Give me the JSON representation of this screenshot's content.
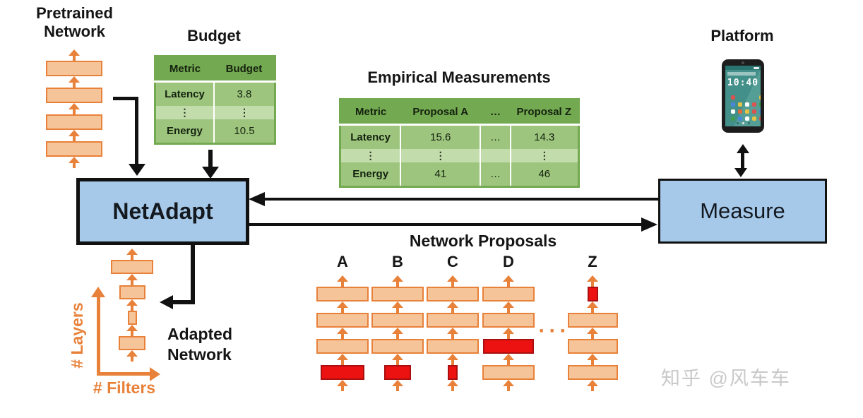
{
  "pretrained": {
    "title": "Pretrained Network",
    "stack": {
      "h": 22,
      "layers": [
        {
          "w": 80,
          "color": "orange"
        },
        {
          "w": 80,
          "color": "orange"
        },
        {
          "w": 80,
          "color": "orange"
        },
        {
          "w": 80,
          "color": "orange"
        }
      ]
    }
  },
  "budget": {
    "title": "Budget",
    "table": {
      "headers": [
        "Metric",
        "Budget"
      ],
      "rows": [
        [
          "Latency",
          "3.8"
        ],
        [
          "⋮",
          "⋮"
        ],
        [
          "Energy",
          "10.5"
        ]
      ]
    }
  },
  "empirical": {
    "title": "Empirical Measurements",
    "table": {
      "headers": [
        "Metric",
        "Proposal A",
        "…",
        "Proposal Z"
      ],
      "rows": [
        [
          "Latency",
          "15.6",
          "…",
          "14.3"
        ],
        [
          "⋮",
          "⋮",
          "",
          "⋮"
        ],
        [
          "Energy",
          "41",
          "…",
          "46"
        ]
      ]
    }
  },
  "platform": {
    "title": "Platform",
    "clock": "10:40",
    "app_dot_rows": [
      [
        "#d9534f",
        "",
        "",
        "",
        "#e6c344"
      ],
      [
        "#4a86d9",
        "#e6c344",
        "#ffffff",
        "#d9534f",
        "#3f9e4d"
      ],
      [
        "#ffffff",
        "#e06a3a",
        "#e6c344",
        "#d9534f",
        "#4a86d9"
      ],
      [
        "#3f9e4d",
        "#4a86d9",
        "#ffffff",
        "#e6c344",
        "#d9534f"
      ]
    ],
    "nav_dot_colors": [
      "#2e6e6a",
      "#e8e8e8",
      "#2e6e6a"
    ]
  },
  "netadapt": {
    "label": "NetAdapt"
  },
  "measure": {
    "label": "Measure"
  },
  "adapted": {
    "label": "Adapted Network",
    "axis": {
      "y_label": "# Layers",
      "x_label": "# Filters"
    },
    "stack": {
      "h": 20,
      "layers": [
        {
          "w": 60,
          "color": "orange"
        },
        {
          "w": 37,
          "color": "orange"
        },
        {
          "w": 13,
          "color": "orange"
        },
        {
          "w": 38,
          "color": "orange"
        }
      ]
    }
  },
  "proposals": {
    "title": "Network Proposals",
    "ellipsis": "···",
    "columns": [
      {
        "label": "A",
        "layers": [
          {
            "w": 74,
            "color": "orange"
          },
          {
            "w": 74,
            "color": "orange"
          },
          {
            "w": 74,
            "color": "orange"
          },
          {
            "w": 62,
            "color": "red"
          }
        ]
      },
      {
        "label": "B",
        "layers": [
          {
            "w": 74,
            "color": "orange"
          },
          {
            "w": 74,
            "color": "orange"
          },
          {
            "w": 74,
            "color": "orange"
          },
          {
            "w": 38,
            "color": "red"
          }
        ]
      },
      {
        "label": "C",
        "layers": [
          {
            "w": 74,
            "color": "orange"
          },
          {
            "w": 74,
            "color": "orange"
          },
          {
            "w": 74,
            "color": "orange"
          },
          {
            "w": 14,
            "color": "red"
          }
        ]
      },
      {
        "label": "D",
        "layers": [
          {
            "w": 74,
            "color": "orange"
          },
          {
            "w": 74,
            "color": "orange"
          },
          {
            "w": 72,
            "color": "red"
          },
          {
            "w": 74,
            "color": "orange"
          }
        ]
      },
      {
        "label": "Z",
        "layers": [
          {
            "w": 15,
            "color": "red"
          },
          {
            "w": 71,
            "color": "orange"
          },
          {
            "w": 71,
            "color": "orange"
          },
          {
            "w": 71,
            "color": "orange"
          }
        ]
      }
    ]
  },
  "watermark": {
    "text": "知乎 @风车车"
  },
  "colors": {
    "orange_fill": "#f6c499",
    "orange_border": "#e8813a",
    "red_fill": "#ec1212",
    "red_border": "#aa0f0f",
    "box_blue": "#a6c9e9",
    "green_dark": "#73a950",
    "green_mid": "#9dc57e",
    "green_light": "#c3dcab",
    "phone_screen": "#43908b",
    "watermark_gray": "#c9c9c9"
  }
}
